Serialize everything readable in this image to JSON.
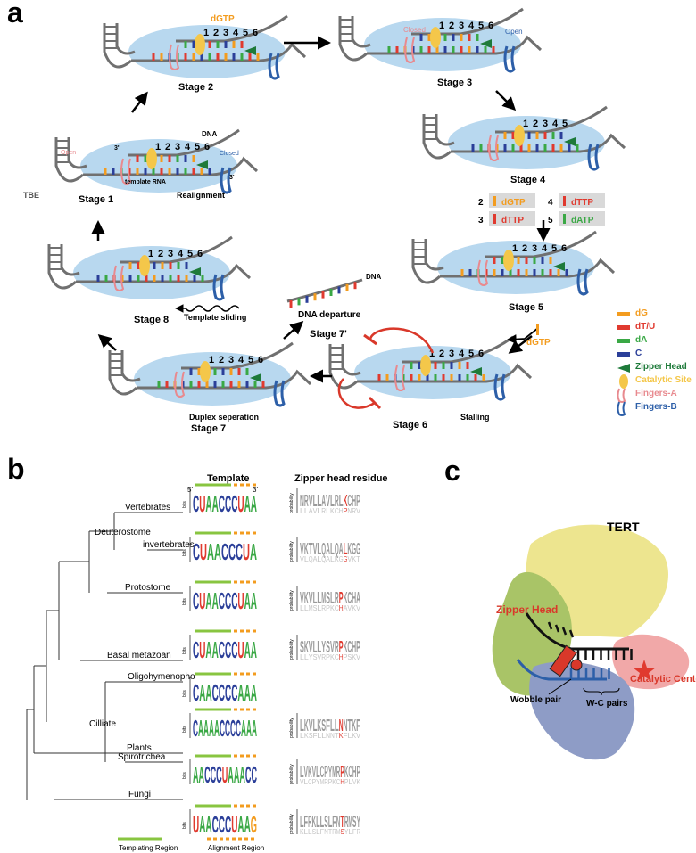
{
  "panels": {
    "a": "a",
    "b": "b",
    "c": "c"
  },
  "colors": {
    "dG": "#f39c1f",
    "dTU": "#e03a2f",
    "dA": "#3aa845",
    "C": "#2b3f99",
    "zipper": "#1e7a3a",
    "catalytic": "#f4c74a",
    "fingersA": "#e88a8f",
    "fingersB": "#2d5fa8",
    "bubble": "#b8d8ef",
    "backbone": "#707070",
    "arrowRed": "#d9382a",
    "template_green": "#88c540",
    "align_orange": "#f39c1f",
    "logoGray": "#9a9a9a",
    "logoRed": "#e03a2f",
    "tertYellow": "#ede58f",
    "tertGreen": "#a9c467",
    "tertPink": "#f1a8a8",
    "tertBlue": "#8e9cc6"
  },
  "panel_a": {
    "stages": {
      "s1": "Stage 1",
      "s2": "Stage 2",
      "s3": "Stage 3",
      "s4": "Stage 4",
      "s5": "Stage 5",
      "s6": "Stage 6",
      "s7": "Stage 7",
      "s7p": "Stage 7'",
      "s8": "Stage 8"
    },
    "numbers6": [
      "1",
      "2",
      "3",
      "4",
      "5",
      "6"
    ],
    "numbers5": [
      "1",
      "2",
      "3",
      "4",
      "5"
    ],
    "prime3": "3'",
    "labels": {
      "dgtp_top": "dGTP",
      "closed": "Closed",
      "open": "Open",
      "dna": "DNA",
      "template_rna": "template RNA",
      "realignment": "Realignment",
      "tbe": "TBE",
      "template_sliding": "Template sliding",
      "dna_departure": "DNA departure",
      "duplex_separation": "Duplex seperation",
      "stalling": "Stalling",
      "dgtp_in": "dGTP"
    },
    "nucleotide_box": [
      {
        "num": "2",
        "label": "dGTP",
        "color": "#f39c1f"
      },
      {
        "num": "4",
        "label": "dTTP",
        "color": "#e03a2f"
      },
      {
        "num": "3",
        "label": "dTTP",
        "color": "#e03a2f"
      },
      {
        "num": "5",
        "label": "dATP",
        "color": "#3aa845"
      }
    ],
    "legend": [
      {
        "label": "dG",
        "color": "#f39c1f",
        "icon": "bar-swatch-icon"
      },
      {
        "label": "dT/U",
        "color": "#e03a2f",
        "icon": "bar-swatch-icon"
      },
      {
        "label": "dA",
        "color": "#3aa845",
        "icon": "bar-swatch-icon"
      },
      {
        "label": "C",
        "color": "#2b3f99",
        "icon": "bar-swatch-icon"
      },
      {
        "label": "Zipper Head",
        "color": "#1e7a3a",
        "icon": "triangle-icon"
      },
      {
        "label": "Catalytic Site",
        "color": "#f4c74a",
        "icon": "ellipse-icon"
      },
      {
        "label": "Fingers-A",
        "color": "#e88a8f",
        "icon": "hairpin-icon"
      },
      {
        "label": "Fingers-B",
        "color": "#2d5fa8",
        "icon": "hairpin-icon"
      }
    ]
  },
  "panel_b": {
    "template_header": "Template",
    "zipper_header": "Zipper head residue",
    "five_prime": "5'",
    "three_prime": "3'",
    "bits_label": "bits",
    "prob_label": "probability",
    "taxa": [
      {
        "name": "Vertebrates",
        "template": "CUAACCCUAA",
        "zipper": "NRVLLAVLRLKCHP",
        "highlight": 10
      },
      {
        "name": "invertebrates",
        "template": "CUAACCCUA",
        "zipper": "VKTVLQALQALKGG",
        "highlight": 10
      },
      {
        "name": "Protostome",
        "template": "CUAACCCUAA",
        "zipper": "VKVLLMSLRPKCHA",
        "highlight": 9
      },
      {
        "name": "Basal metazoan",
        "template": "CUAACCCUAA",
        "zipper": "SKVLLYSVRPKCHP",
        "highlight": 9
      },
      {
        "name": "Oligohymenopho",
        "template": "CAACCCCAAA",
        "zipper": "",
        "highlight": -1
      },
      {
        "name": "Spirotrichea",
        "template": "CAAAACCCCAAA",
        "zipper": "LKVLKSFLLNNTKF",
        "highlight": 9
      },
      {
        "name": "Plants",
        "template": "AACCCUAAACC",
        "zipper": "LVKVLCPYMRPKCHP",
        "highlight": 10
      },
      {
        "name": "Fungi",
        "template": "UAACCCUAAG",
        "zipper": "LFRKLLSLFNTRMSY",
        "highlight": 10
      }
    ],
    "clades": {
      "deuterostome": "Deuterostome",
      "cilliate": "Cilliate"
    },
    "legend": {
      "templating": "Templating Region",
      "alignment": "Alignment Region"
    }
  },
  "panel_c": {
    "tert": "TERT",
    "zipper_head": "Zipper Head",
    "catalytic_center": "Catalytic Center",
    "wobble_pair": "Wobble pair",
    "wc_pairs": "W-C pairs"
  }
}
